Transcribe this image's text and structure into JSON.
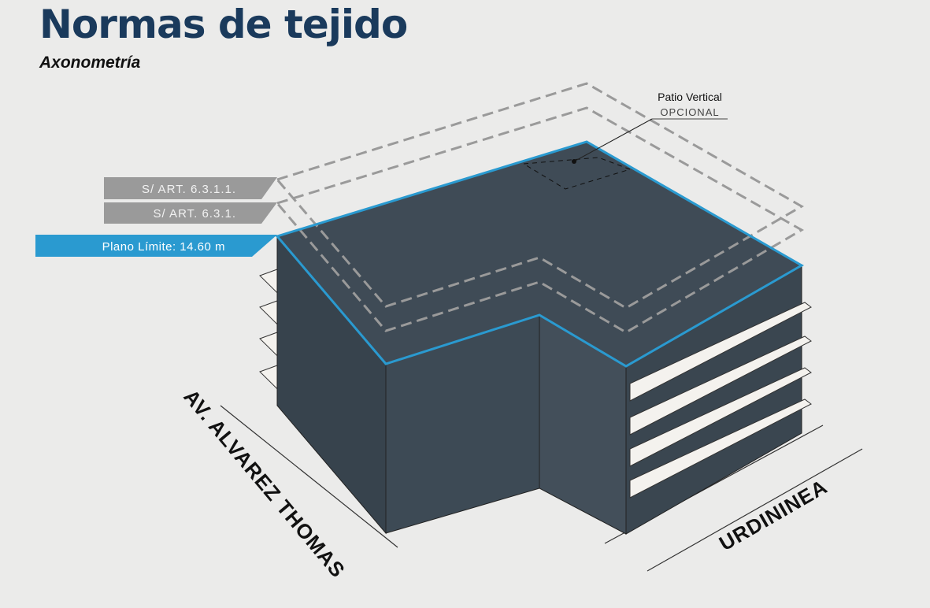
{
  "title": "Normas de tejido",
  "subtitle": "Axonometría",
  "labels": {
    "art_6_3_1_1": "S/ ART. 6.3.1.1.",
    "art_6_3_1": "S/ ART. 6.3.1.",
    "plano_limite": "Plano Límite: 14.60 m",
    "patio_vertical": "Patio Vertical",
    "patio_opcional": "OPCIONAL"
  },
  "streets": {
    "left": "AV. ALVAREZ THOMAS",
    "right": "URDININEA"
  },
  "colors": {
    "title": "#1a3a5c",
    "building": "#3d4a55",
    "limit_line": "#2a9ad0",
    "tag_gray": "#9a9a9a",
    "balcony": "#f4f2ee"
  }
}
